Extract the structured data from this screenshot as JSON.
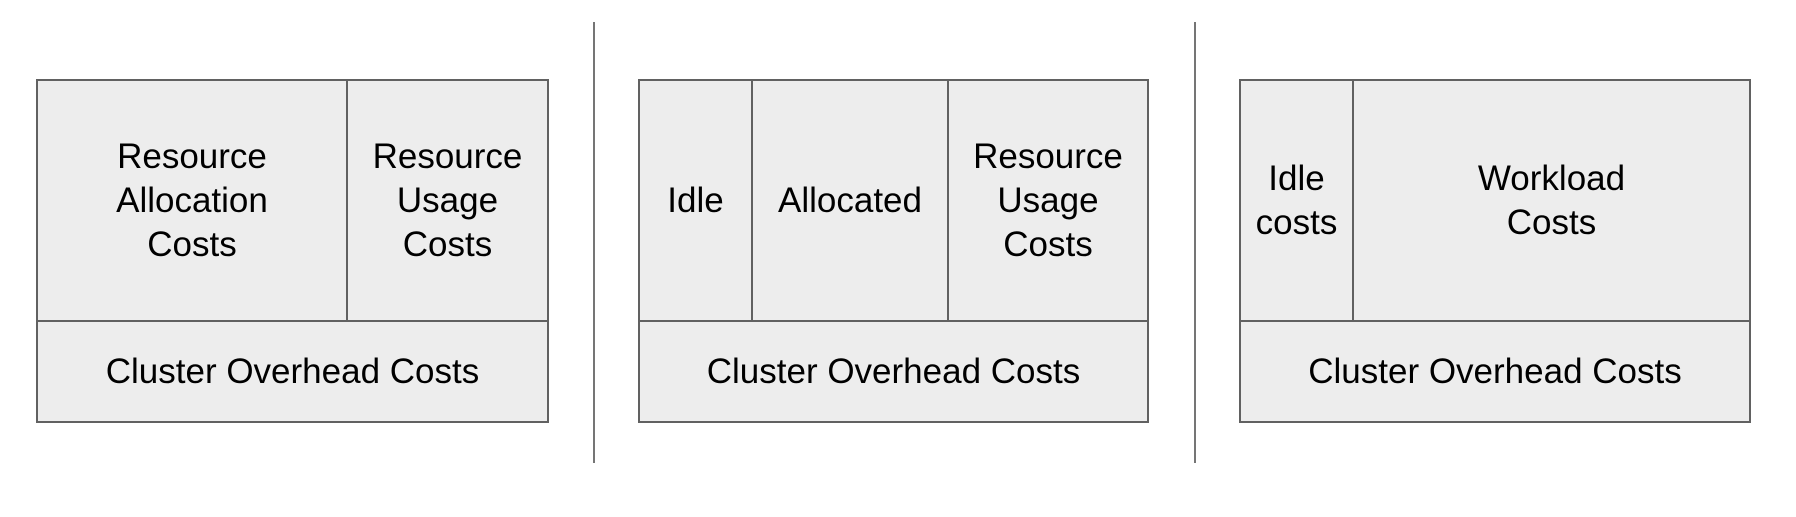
{
  "diagram": {
    "description": "Cost breakdown diagram with three panels separated by vertical divider lines",
    "colors": {
      "cell_fill": "#ededed",
      "cell_border": "#616161",
      "separator_line": "#757575",
      "text": "#000000",
      "background": "#ffffff"
    },
    "panels": [
      {
        "id": "panel-1",
        "cells": [
          {
            "label": "Resource\nAllocation\nCosts"
          },
          {
            "label": "Resource\nUsage\nCosts"
          }
        ],
        "footer": "Cluster Overhead Costs"
      },
      {
        "id": "panel-2",
        "cells": [
          {
            "label": "Idle"
          },
          {
            "label": "Allocated"
          },
          {
            "label": "Resource\nUsage\nCosts"
          }
        ],
        "footer": "Cluster Overhead Costs"
      },
      {
        "id": "panel-3",
        "cells": [
          {
            "label": "Idle\ncosts"
          },
          {
            "label": "Workload\nCosts"
          }
        ],
        "footer": "Cluster Overhead Costs"
      }
    ]
  }
}
